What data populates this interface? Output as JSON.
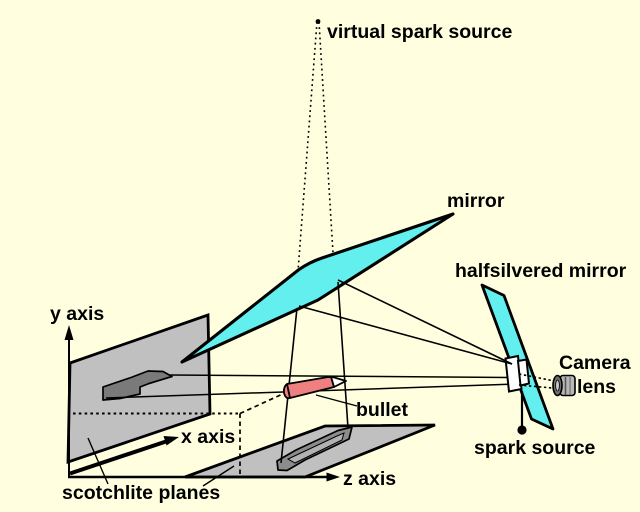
{
  "figure": {
    "labels": {
      "virtual_spark_source": "virtual spark source",
      "mirror": "mirror",
      "halfsilvered_mirror": "halfsilvered mirror",
      "camera_lens_line1": "Camera",
      "camera_lens_line2": "lens",
      "spark_source": "spark source",
      "bullet": "bullet",
      "y_axis": "y axis",
      "x_axis": "x axis",
      "z_axis": "z axis",
      "scotchlite_planes": "scotchlite planes"
    },
    "colors": {
      "background": "#FFFFE0",
      "mirror_cyan": "#64EFEF",
      "plane_gray": "#C0C0C0",
      "vertical_shadow_gray": "#7A7A7A",
      "ground_shadow_gray": "#8C8C8C",
      "ground_shadow_inner": "#B2B2B2",
      "bullet_pink": "#F08080",
      "bullet_tip_white": "#FFFFFF",
      "lens_barrel_gray": "#B8B8B8",
      "lens_front_gray": "#707070",
      "lens_glass_gray": "#C8C8C8",
      "housing_white": "#FFFFFF",
      "line_black": "#000000"
    }
  }
}
